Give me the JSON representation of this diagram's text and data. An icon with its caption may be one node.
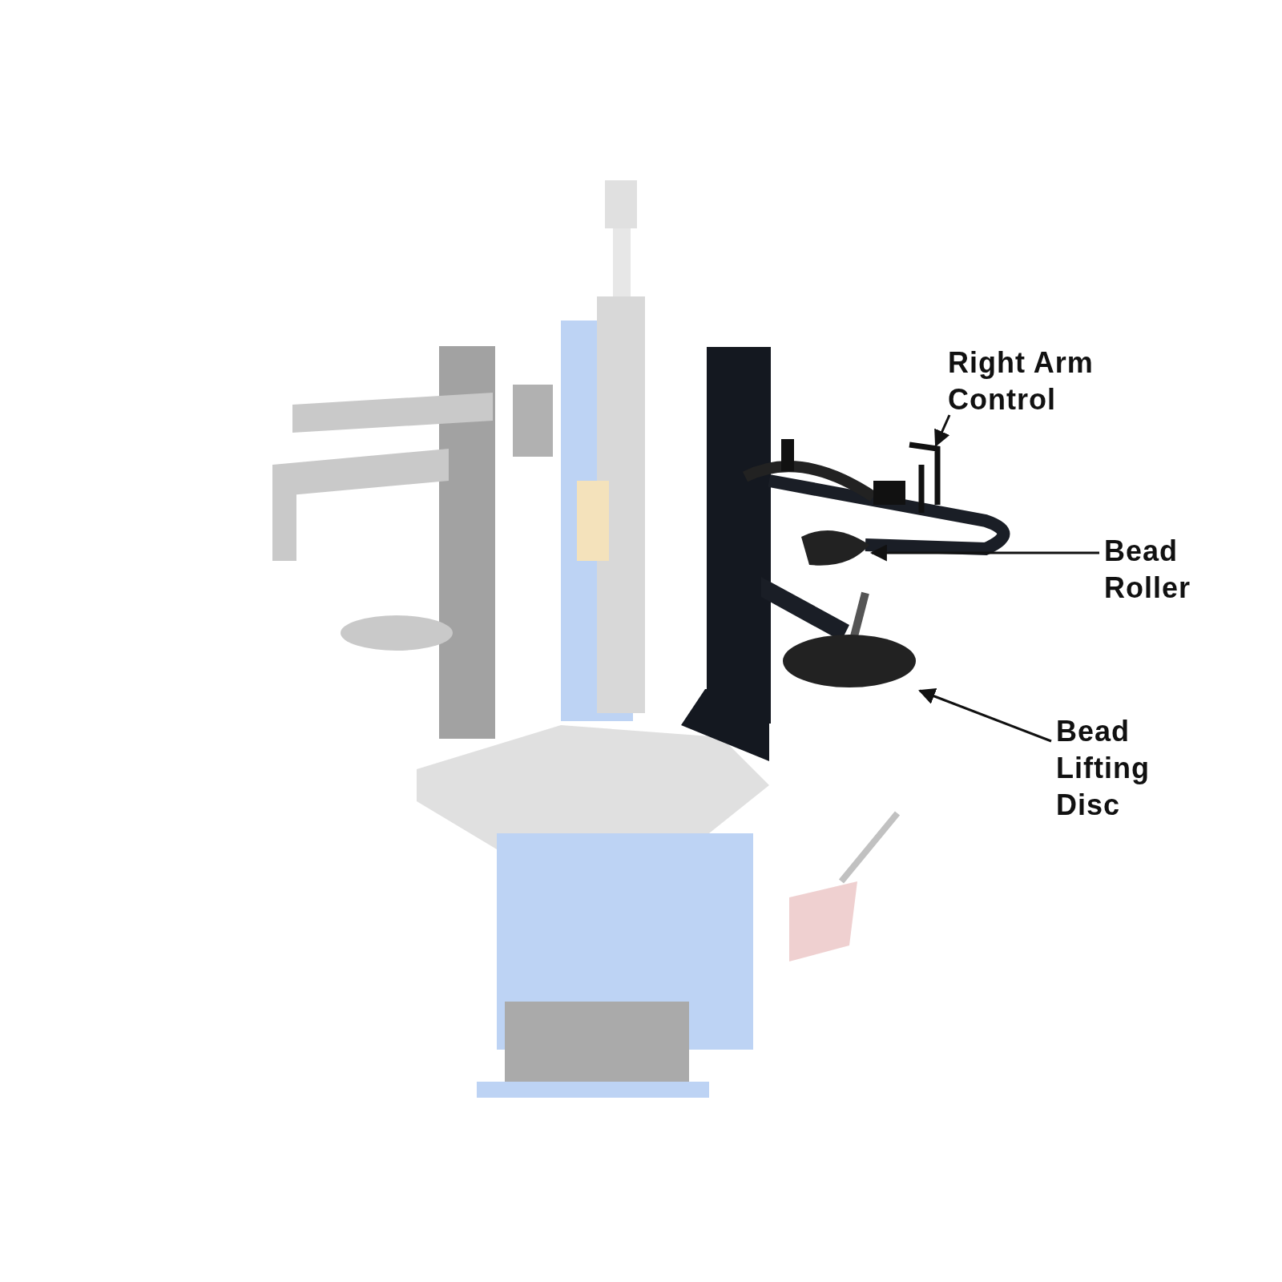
{
  "diagram": {
    "nodes": [
      {
        "text": [],
        "shape": "picture"
      },
      {
        "text": [
          "Right Arm Control"
        ]
      },
      {
        "text": [],
        "shape": "picture",
        "in": 0
      },
      {
        "text": [
          "Bead Roller"
        ]
      },
      {
        "text": [],
        "shape": "picture",
        "in": 0
      },
      {
        "text": [
          "Bead Lifting Disc"
        ]
      },
      {
        "text": [],
        "shape": "circle",
        "in": 0
      }
    ],
    "edges": [
      {
        "from": 1,
        "to": 2,
        "arrow": "to"
      },
      {
        "from": 3,
        "to": 4,
        "arrow": "to"
      },
      {
        "from": 5,
        "to": 6,
        "arrow": "to"
      }
    ]
  }
}
